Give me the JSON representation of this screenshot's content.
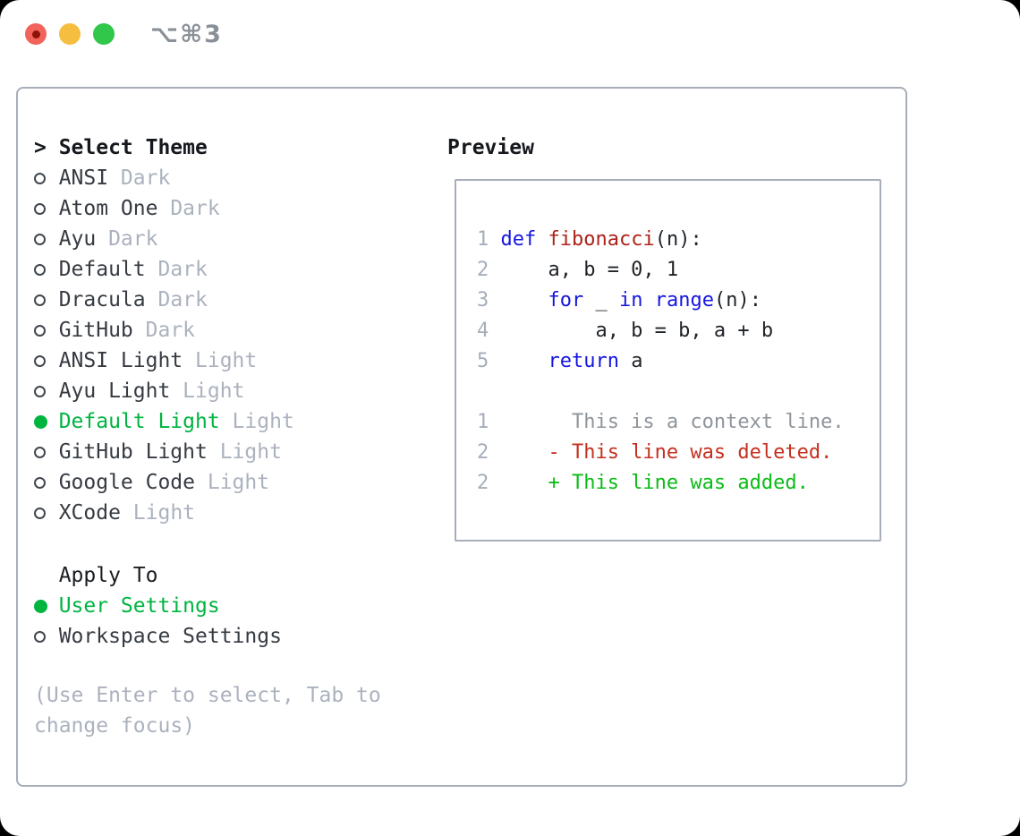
{
  "titlebar": {
    "shortcut": "⌥⌘3",
    "traffic_lights": [
      "close",
      "minimize",
      "maximize"
    ]
  },
  "selector": {
    "prompt": ">",
    "title": "Select Theme",
    "themes": [
      {
        "name": "ANSI",
        "variant": "Dark",
        "selected": false
      },
      {
        "name": "Atom One",
        "variant": "Dark",
        "selected": false
      },
      {
        "name": "Ayu",
        "variant": "Dark",
        "selected": false
      },
      {
        "name": "Default",
        "variant": "Dark",
        "selected": false
      },
      {
        "name": "Dracula",
        "variant": "Dark",
        "selected": false
      },
      {
        "name": "GitHub",
        "variant": "Dark",
        "selected": false
      },
      {
        "name": "ANSI Light",
        "variant": "Light",
        "selected": false
      },
      {
        "name": "Ayu Light",
        "variant": "Light",
        "selected": false
      },
      {
        "name": "Default Light",
        "variant": "Light",
        "selected": true
      },
      {
        "name": "GitHub Light",
        "variant": "Light",
        "selected": false
      },
      {
        "name": "Google Code",
        "variant": "Light",
        "selected": false
      },
      {
        "name": "XCode",
        "variant": "Light",
        "selected": false
      }
    ]
  },
  "apply": {
    "title": "Apply To",
    "options": [
      {
        "label": "User Settings",
        "selected": true
      },
      {
        "label": "Workspace Settings",
        "selected": false
      }
    ]
  },
  "help_text": "(Use Enter to select, Tab to change focus)",
  "preview": {
    "title": "Preview",
    "lines": [
      {
        "num": "1",
        "tokens": [
          {
            "t": "def",
            "c": "keyword"
          },
          {
            "t": " ",
            "c": "plain"
          },
          {
            "t": "fibonacci",
            "c": "function"
          },
          {
            "t": "(n):",
            "c": "plain"
          }
        ]
      },
      {
        "num": "2",
        "tokens": [
          {
            "t": "    a, b = 0, 1",
            "c": "plain"
          }
        ]
      },
      {
        "num": "3",
        "tokens": [
          {
            "t": "    ",
            "c": "plain"
          },
          {
            "t": "for",
            "c": "keyword"
          },
          {
            "t": " _ ",
            "c": "plain"
          },
          {
            "t": "in",
            "c": "keyword"
          },
          {
            "t": " ",
            "c": "plain"
          },
          {
            "t": "range",
            "c": "keyword"
          },
          {
            "t": "(n):",
            "c": "plain"
          }
        ]
      },
      {
        "num": "4",
        "tokens": [
          {
            "t": "        a, b = b, a + b",
            "c": "plain"
          }
        ]
      },
      {
        "num": "5",
        "tokens": [
          {
            "t": "    ",
            "c": "plain"
          },
          {
            "t": "return",
            "c": "keyword"
          },
          {
            "t": " a",
            "c": "plain"
          }
        ]
      },
      {
        "num": "",
        "tokens": []
      },
      {
        "num": "1",
        "tokens": [
          {
            "t": "      This is a context line.",
            "c": "context"
          }
        ]
      },
      {
        "num": "2",
        "tokens": [
          {
            "t": "    ",
            "c": "plain"
          },
          {
            "t": "- This line was deleted.",
            "c": "deleted"
          }
        ]
      },
      {
        "num": "2",
        "tokens": [
          {
            "t": "    ",
            "c": "plain"
          },
          {
            "t": "+ This line was added.",
            "c": "added"
          }
        ]
      }
    ]
  },
  "colors": {
    "accent_green": "#00b440",
    "keyword_blue": "#1616e0",
    "function_red": "#ac231a",
    "deleted_red": "#c5301f",
    "added_green": "#0bbc16",
    "muted_gray": "#abb2be",
    "border_gray": "#a7aeb9",
    "traffic_red": "#f2635b",
    "traffic_yellow": "#f6be40",
    "traffic_green": "#30c74a"
  }
}
